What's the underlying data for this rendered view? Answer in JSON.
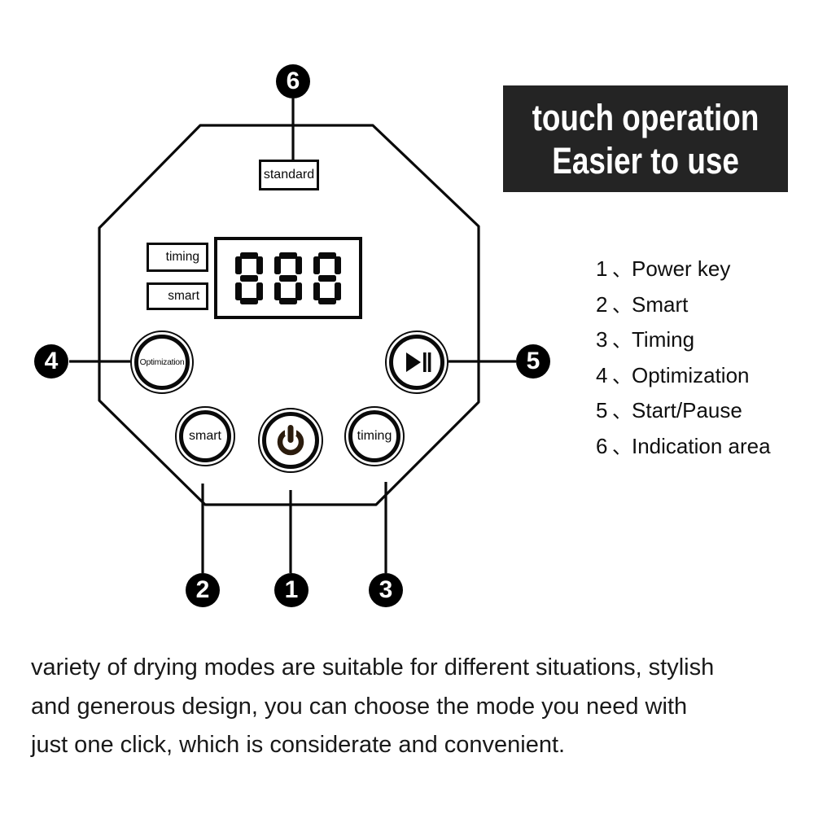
{
  "banner": {
    "line1": "touch operation",
    "line2": "Easier to use"
  },
  "colors": {
    "banner_bg": "#242424",
    "banner_text": "#ffffff",
    "ink": "#0a0a0a",
    "power_glyph": "#2b1c0d"
  },
  "panel": {
    "indicator_label": "standard",
    "timing_indicator": "timing",
    "smart_indicator": "smart",
    "display_value": "888",
    "buttons": {
      "optimization_label": "Optimization",
      "smart_label": "smart",
      "timing_label": "timing",
      "power_icon": "power-icon",
      "start_pause_icon": "play-pause-icon"
    }
  },
  "callouts": {
    "c1": "1",
    "c2": "2",
    "c3": "3",
    "c4": "4",
    "c5": "5",
    "c6": "6"
  },
  "legend": {
    "separator": "、",
    "items": [
      {
        "num": "1",
        "label": "Power key"
      },
      {
        "num": "2",
        "label": "Smart"
      },
      {
        "num": "3",
        "label": "Timing"
      },
      {
        "num": "4",
        "label": "Optimization"
      },
      {
        "num": "5",
        "label": "Start/Pause"
      },
      {
        "num": "6",
        "label": "Indication area"
      }
    ]
  },
  "paragraph": {
    "lines": [
      "variety of drying modes are suitable for different situations, stylish",
      "and generous design, you can choose the mode you need with",
      "just one click, which is considerate and convenient."
    ],
    "full_text": "variety of drying modes are suitable for different situations, stylish and generous design, you can choose the mode you need with just one click, which is considerate and convenient."
  }
}
